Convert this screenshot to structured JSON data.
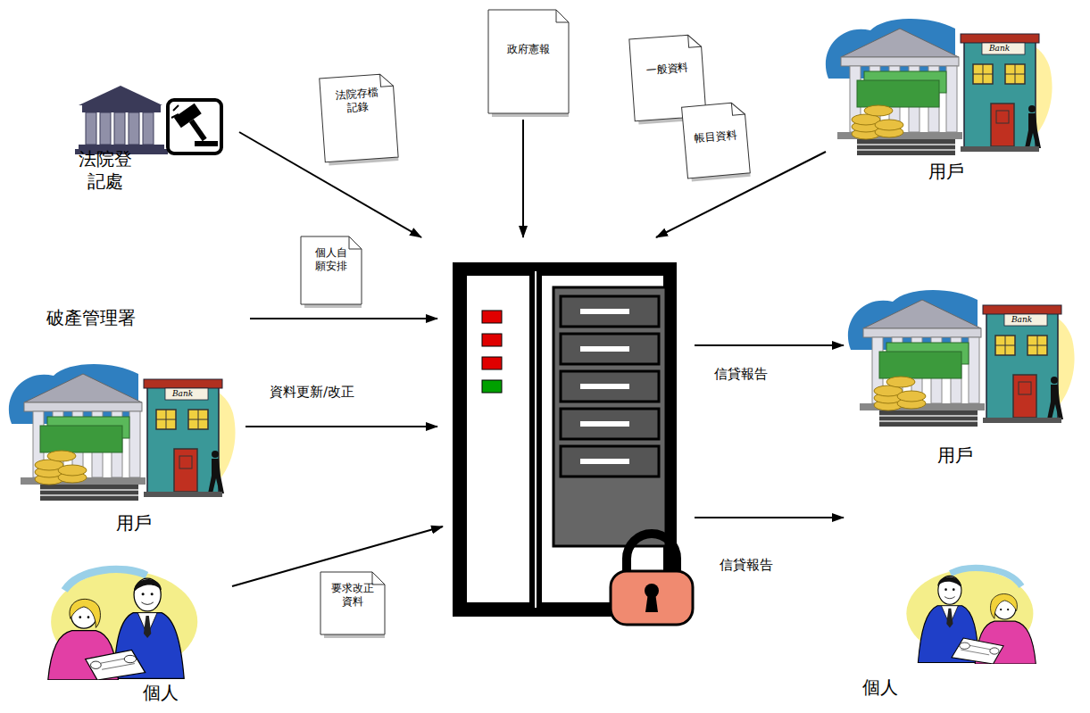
{
  "diagram": {
    "nodes": [
      {
        "text": [
          "法院登 記處"
        ]
      },
      {
        "text": [
          "法院存檔 記錄"
        ]
      },
      {
        "text": [
          "政府憲報"
        ]
      },
      {
        "text": [
          "一般資料"
        ]
      },
      {
        "text": [
          "帳目資料"
        ]
      },
      {
        "text": [
          "用戶"
        ]
      },
      {
        "text": [
          "個人自 願安排"
        ]
      },
      {
        "text": [
          "用戶"
        ]
      },
      {
        "text": [
          "要求改正 資料"
        ]
      },
      {
        "text": [
          "個人"
        ]
      },
      {
        "text": [
          "用戶"
        ]
      },
      {
        "text": [
          "個人"
        ]
      }
    ],
    "labels": [
      "破產管理署",
      "資料更新/改正",
      "信貸報告",
      "信貸報告",
      "Bank",
      "Bank",
      "Bank"
    ]
  }
}
